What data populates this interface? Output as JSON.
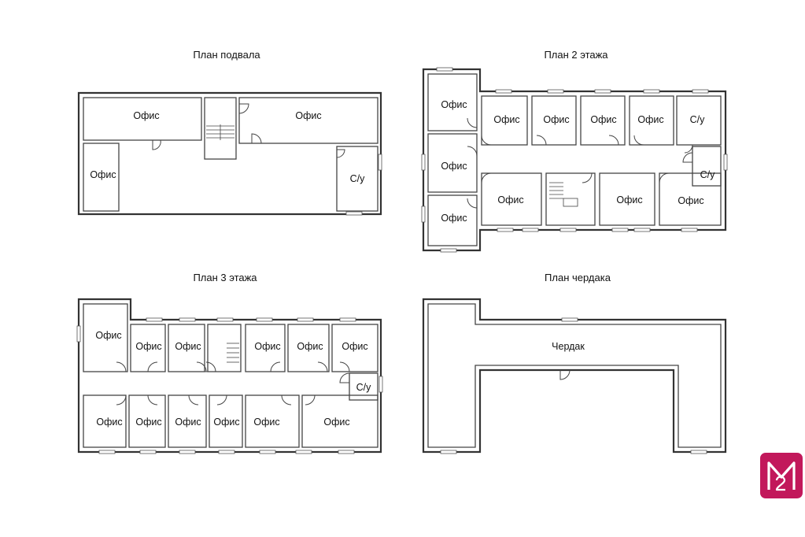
{
  "plans": {
    "basement": {
      "title": "План подвала",
      "rooms": [
        "Офис",
        "Офис",
        "Офис",
        "С/у"
      ]
    },
    "floor2": {
      "title": "План 2 этажа",
      "rooms": [
        "Офис",
        "Офис",
        "Офис",
        "Офис",
        "Офис",
        "С/у",
        "Офис",
        "С/у",
        "Офис",
        "Офис",
        "Офис",
        "Офис"
      ]
    },
    "floor3": {
      "title": "План 3 этажа",
      "rooms": [
        "Офис",
        "Офис",
        "Офис",
        "Офис",
        "Офис",
        "Офис",
        "С/у",
        "Офис",
        "Офис",
        "Офис",
        "Офис",
        "Офис",
        "Офис"
      ]
    },
    "attic": {
      "title": "План чердака",
      "rooms": [
        "Чердак"
      ]
    }
  },
  "logo": {
    "name": "m2-logo-icon",
    "text": "M2",
    "color": "#c2185b"
  },
  "colors": {
    "walls": "#333333",
    "background": "#ffffff"
  }
}
